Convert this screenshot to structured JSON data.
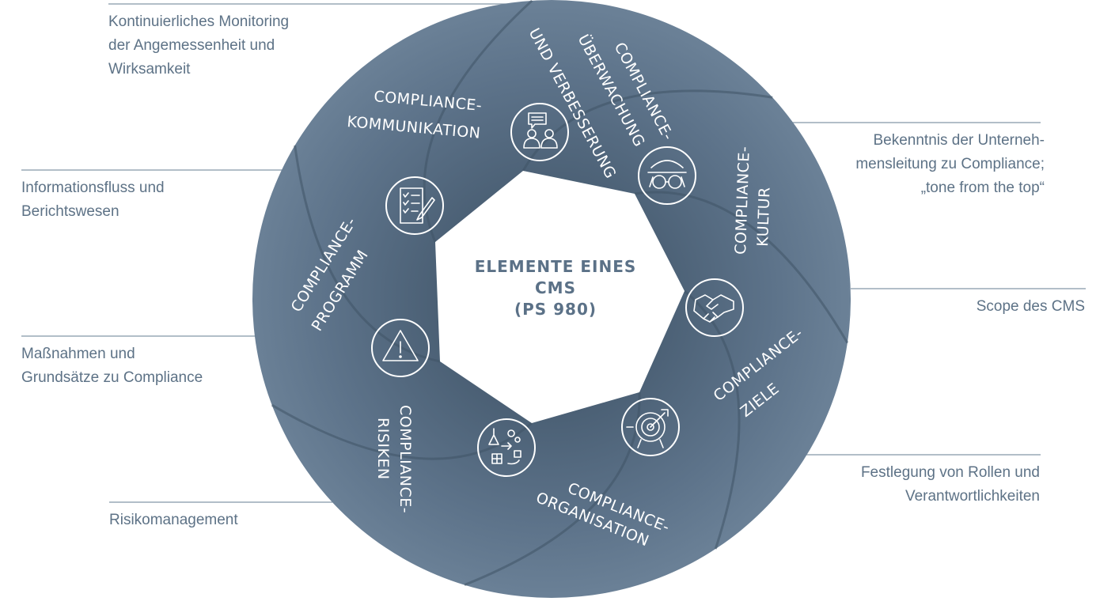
{
  "diagram": {
    "center": {
      "line1": "ELEMENTE EINES",
      "line2": "CMS",
      "line3": "(PS 980)"
    },
    "segments": [
      {
        "line1": "COMPLIANCE-",
        "line2": "ÜBERWACHUNG",
        "line3": "UND VERBESSERUNG",
        "icon": "binoculars-icon"
      },
      {
        "line1": "COMPLIANCE-",
        "line2": "KULTUR",
        "icon": "handshake-icon"
      },
      {
        "line1": "COMPLIANCE-",
        "line2": "ZIELE",
        "icon": "target-icon"
      },
      {
        "line1": "COMPLIANCE-",
        "line2": "ORGANISATION",
        "icon": "organisation-icon"
      },
      {
        "line1": "COMPLIANCE-",
        "line2": "RISIKEN",
        "icon": "warning-icon"
      },
      {
        "line1": "COMPLIANCE-",
        "line2": "PROGRAMM",
        "icon": "checklist-icon"
      },
      {
        "line1": "COMPLIANCE-",
        "line2": "KOMMUNIKATION",
        "icon": "communication-icon"
      }
    ],
    "annotations": {
      "monitoring": [
        "Kontinuierliches Monitoring",
        "der Angemessenheit und",
        "Wirksamkeit"
      ],
      "information": [
        "Informationsfluss und",
        "Berichtswesen"
      ],
      "measures": [
        "Maßnahmen und",
        "Grundsätze zu Compliance"
      ],
      "risk": [
        "Risikomanagement"
      ],
      "commitment": [
        "Bekenntnis der Unterneh-",
        "mensleitung zu Compliance;",
        "„tone from the top“"
      ],
      "scope": [
        "Scope des CMS"
      ],
      "roles": [
        "Festlegung von Rollen und",
        "Verantwortlichkeiten"
      ]
    },
    "colors": {
      "ring": "#647a91",
      "ring_dark": "#4e6378",
      "text": "#5d7286",
      "leader": "#8597a8"
    }
  }
}
